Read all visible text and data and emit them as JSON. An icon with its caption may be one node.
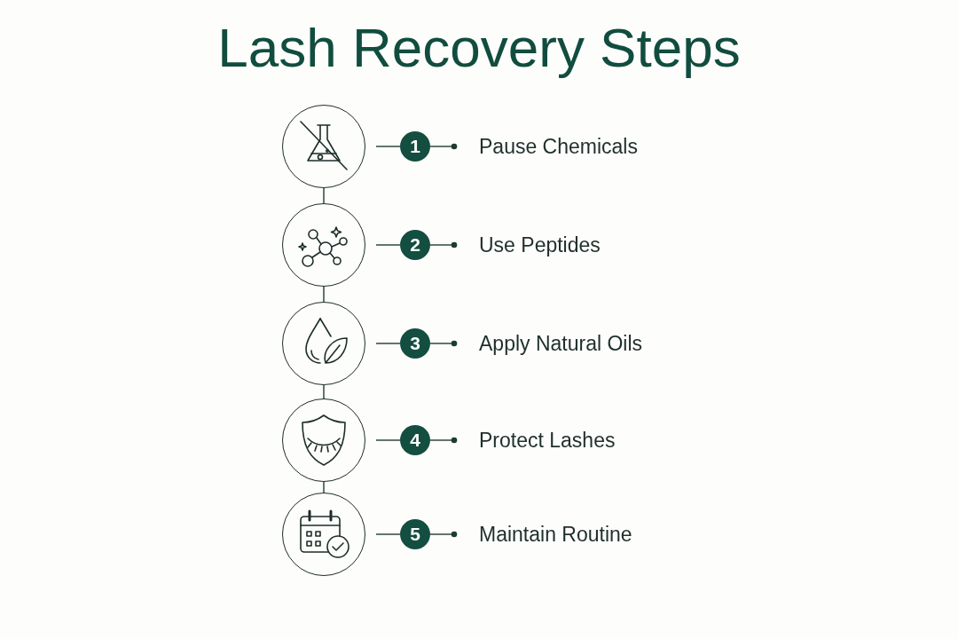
{
  "diagram": {
    "title": "Lash Recovery Steps",
    "nodes": [
      {
        "text": [],
        "shape": "circle"
      },
      {
        "text": [
          "1"
        ]
      },
      {
        "text": [
          "Pause Chemicals"
        ]
      },
      {
        "text": [],
        "shape": "circle"
      },
      {
        "text": [
          "2"
        ]
      },
      {
        "text": [
          "Use Peptides"
        ]
      },
      {
        "text": [],
        "shape": "circle"
      },
      {
        "text": [
          "3"
        ]
      },
      {
        "text": [
          "Apply Natural Oils"
        ]
      },
      {
        "text": [],
        "shape": "circle"
      },
      {
        "text": [
          "4"
        ]
      },
      {
        "text": [
          "Protect Lashes"
        ]
      },
      {
        "text": [],
        "shape": "circle"
      },
      {
        "text": [
          "5"
        ]
      },
      {
        "text": [
          "Maintain Routine"
        ]
      }
    ],
    "edges": [
      {
        "from": 0,
        "to": 3,
        "arrow": "none"
      },
      {
        "from": 3,
        "to": 6,
        "arrow": "none"
      },
      {
        "from": 6,
        "to": 9,
        "arrow": "none"
      },
      {
        "from": 9,
        "to": 12,
        "arrow": "none"
      },
      {
        "from": 0,
        "to": 1,
        "arrow": "none"
      },
      {
        "from": 1,
        "to": 2,
        "arrow": "other"
      },
      {
        "from": 3,
        "to": 4,
        "arrow": "none"
      },
      {
        "from": 4,
        "to": 5,
        "arrow": "other"
      },
      {
        "from": 6,
        "to": 7,
        "arrow": "none"
      },
      {
        "from": 7,
        "to": 8,
        "arrow": "other"
      },
      {
        "from": 9,
        "to": 10,
        "arrow": "none"
      },
      {
        "from": 10,
        "to": 11,
        "arrow": "other"
      },
      {
        "from": 12,
        "to": 13,
        "arrow": "none"
      },
      {
        "from": 13,
        "to": 14,
        "arrow": "other"
      }
    ]
  }
}
